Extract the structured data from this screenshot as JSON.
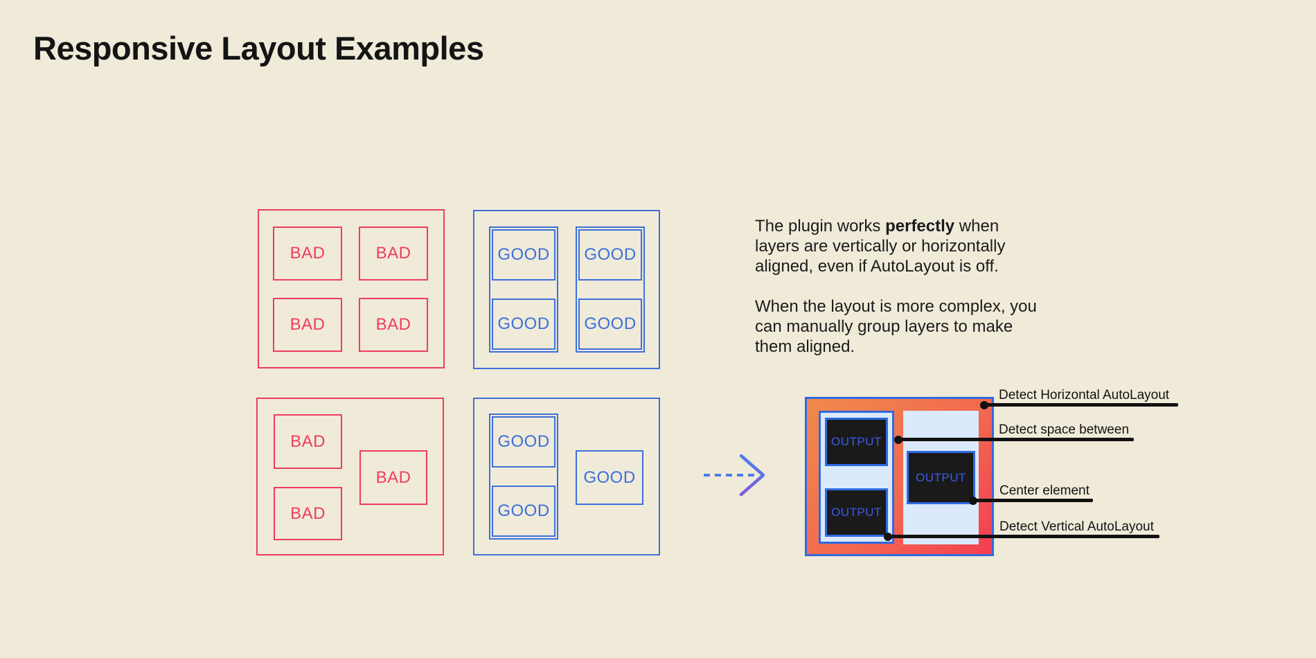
{
  "page": {
    "title": "Responsive Layout Examples"
  },
  "quadrants": {
    "bad_aligned": {
      "boxes": [
        "BAD",
        "BAD",
        "BAD",
        "BAD"
      ]
    },
    "good_aligned": {
      "groups": [
        [
          "GOOD",
          "GOOD"
        ],
        [
          "GOOD",
          "GOOD"
        ]
      ]
    },
    "bad_complex": {
      "boxes": [
        "BAD",
        "BAD",
        "BAD"
      ]
    },
    "good_complex": {
      "group": [
        "GOOD",
        "GOOD"
      ],
      "single": "GOOD"
    }
  },
  "description": {
    "p1_pre": "The plugin works ",
    "p1_bold": "perfectly",
    "p1_post": " when\nlayers are vertically or horizontally\naligned, even if AutoLayout is off.",
    "p2": "When the layout is more complex, you\ncan manually group layers to make\nthem aligned."
  },
  "output": {
    "boxes": [
      "OUTPUT",
      "OUTPUT",
      "OUTPUT"
    ]
  },
  "annotations": [
    "Detect Horizontal AutoLayout",
    "Detect space between",
    "Center element",
    "Detect Vertical AutoLayout"
  ],
  "colors": {
    "background": "#f0ead9",
    "bad": "#ee3c5f",
    "good": "#3b70dc",
    "ink": "#141414",
    "output_border": "#2e6be2",
    "output_gradient_start": "#f08a4c",
    "output_gradient_end": "#f43e52",
    "panel_fill": "#daeafb",
    "dark_fill": "#1a1a1a",
    "output_text": "#3b5de8",
    "arrow": "#4a7fe8"
  }
}
